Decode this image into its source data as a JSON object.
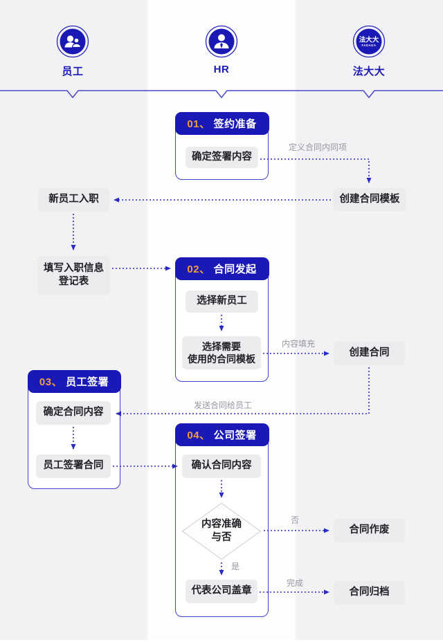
{
  "lanes": {
    "employee": {
      "label": "员工"
    },
    "hr": {
      "label": "HR"
    },
    "fadada": {
      "label": "法大大",
      "logo_line1": "法大大",
      "logo_line2": "FADADA"
    }
  },
  "blocks": {
    "b1": {
      "num": "01、",
      "title": "签约准备",
      "step1": "确定签署内容"
    },
    "b2": {
      "num": "02、",
      "title": "合同发起",
      "step1": "选择新员工",
      "step2_line1": "选择需要",
      "step2_line2": "使用的合同模板"
    },
    "b3": {
      "num": "03、",
      "title": "员工签署",
      "step1": "确定合同内容",
      "step2": "员工签署合同"
    },
    "b4": {
      "num": "04、",
      "title": "公司签署",
      "step1": "确认合同内容",
      "decision_line1": "内容准确",
      "decision_line2": "与否",
      "step2": "代表公司盖章"
    }
  },
  "employee_nodes": {
    "onboard": "新员工入职",
    "fill_form_line1": "填写入职信息",
    "fill_form_line2": "登记表"
  },
  "fadada_nodes": {
    "create_template": "创建合同模板",
    "create_contract": "创建合同",
    "void_contract": "合同作废",
    "archive_contract": "合同归档"
  },
  "edge_labels": {
    "define_contract_items": "定义合同内同项",
    "content_fill": "内容填充",
    "send_contract_to_employee": "发送合同给员工",
    "no": "否",
    "yes": "是",
    "done": "完成"
  },
  "colors": {
    "primary_blue": "#1A19B6",
    "accent_orange": "#ED9E3C",
    "arrow_blue": "#2B2AC6",
    "timeline_blue": "#4B49C3",
    "lane_gray": "#F2F2F4",
    "node_gray": "#ECECEE",
    "label_gray": "#97979F"
  }
}
